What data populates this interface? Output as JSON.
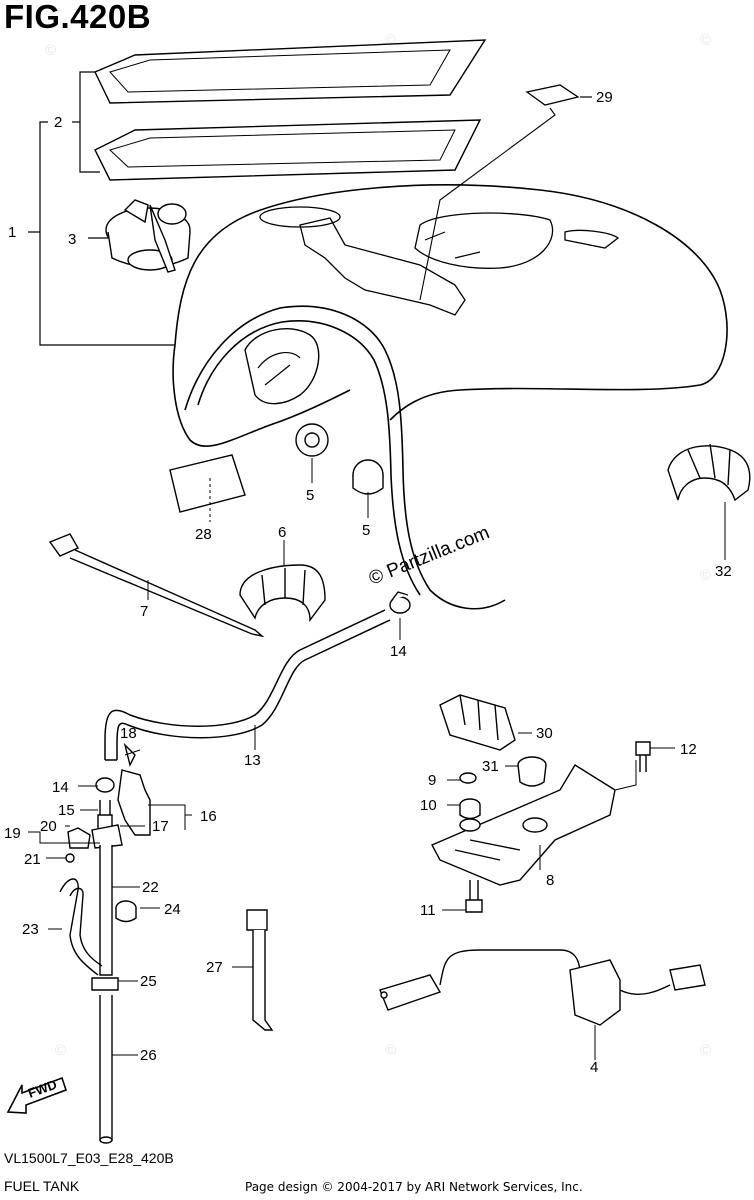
{
  "header": {
    "title": "FIG.420B"
  },
  "footer": {
    "model_code": "VL1500L7_E03_E28_420B",
    "diagram_name": "FUEL TANK",
    "credit": "Page design © 2004-2017 by ARI Network Services, Inc."
  },
  "watermark": {
    "text": "© Partzilla.com"
  },
  "direction_arrow": {
    "label": "FWD"
  },
  "callouts": [
    "1",
    "2",
    "3",
    "29",
    "5",
    "5",
    "28",
    "6",
    "32",
    "7",
    "14",
    "13",
    "18",
    "30",
    "12",
    "14",
    "9",
    "31",
    "15",
    "16",
    "19",
    "20",
    "17",
    "10",
    "21",
    "22",
    "8",
    "24",
    "11",
    "23",
    "27",
    "25",
    "4",
    "26"
  ]
}
